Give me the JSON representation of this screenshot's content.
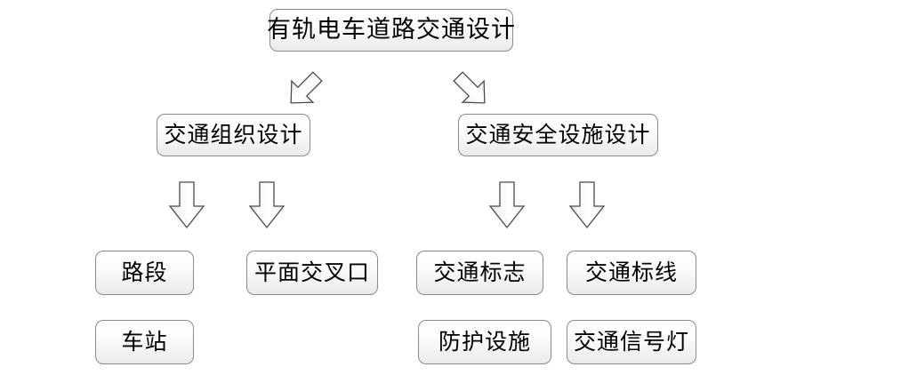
{
  "diagram": {
    "title": "有轨电车道路交通设计",
    "type": "hierarchy-flowchart",
    "background_color": "#ffffff",
    "box_border_color": "#8a8a8a",
    "box_fill_color": "#f2f2f2",
    "arrow_outline_color": "#4a4a4a",
    "arrow_fill_color": "#f4f4f4"
  },
  "nodes": {
    "root": {
      "label": "有轨电车道路交通设计"
    },
    "branch_left": {
      "label": "交通组织设计"
    },
    "branch_right": {
      "label": "交通安全设施设计"
    },
    "left_children": [
      {
        "label": "路段"
      },
      {
        "label": "平面交叉口"
      },
      {
        "label": "车站"
      }
    ],
    "right_children": [
      {
        "label": "交通标志"
      },
      {
        "label": "交通标线"
      },
      {
        "label": "防护设施"
      },
      {
        "label": "交通信号灯"
      }
    ]
  },
  "connectors": [
    {
      "name": "root-to-left",
      "direction": "down-left"
    },
    {
      "name": "root-to-right",
      "direction": "down-right"
    },
    {
      "name": "left-to-roadsection",
      "direction": "down"
    },
    {
      "name": "left-to-intersection",
      "direction": "down"
    },
    {
      "name": "right-to-signs",
      "direction": "down"
    },
    {
      "name": "right-to-markings",
      "direction": "down"
    }
  ]
}
